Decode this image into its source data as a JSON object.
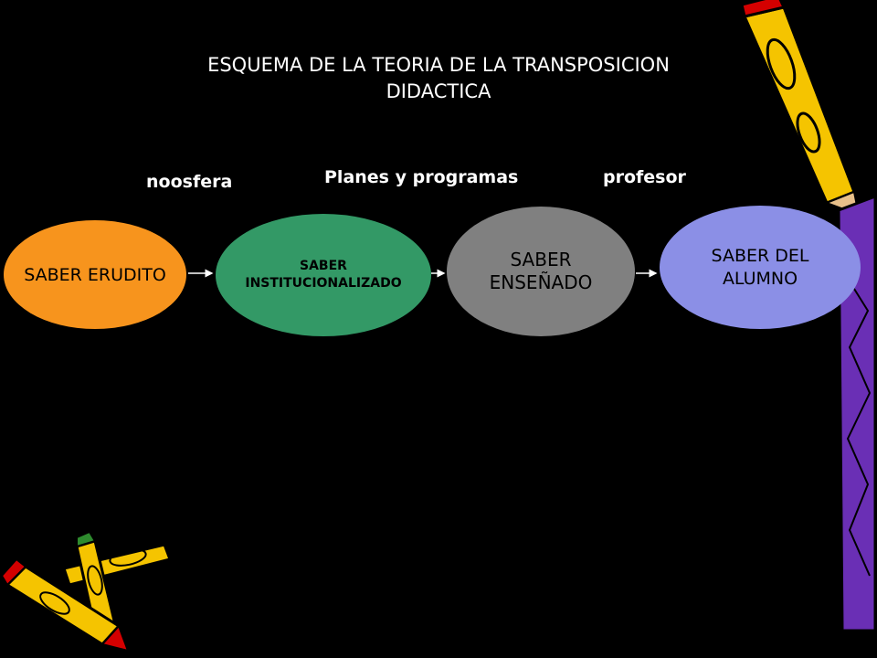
{
  "title": {
    "line1": "ESQUEMA DE LA TEORIA DE LA TRANSPOSICION",
    "line2": "DIDACTICA"
  },
  "stage_labels": {
    "noosfera": "noosfera",
    "planes": "Planes y programas",
    "profesor": "profesor"
  },
  "nodes": {
    "saber_erudito": {
      "line1": "SABER ERUDITO",
      "color": "#f7941d"
    },
    "saber_institucionalizado": {
      "line1": "SABER",
      "line2": "INSTITUCIONALIZADO",
      "color": "#339966"
    },
    "saber_ensenado": {
      "line1": "SABER",
      "line2": "ENSEÑADO",
      "color": "#808080"
    },
    "saber_del_alumno": {
      "line1": "SABER DEL",
      "line2": "ALUMNO",
      "color": "#8b8fe6"
    }
  },
  "decorations": [
    "pencil-icon",
    "crayon-icon"
  ]
}
